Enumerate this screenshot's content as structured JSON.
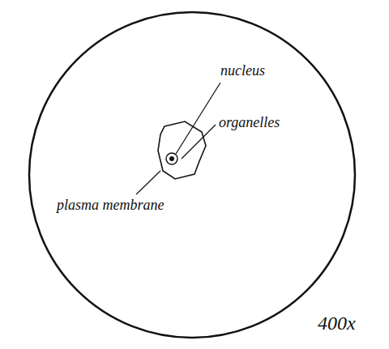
{
  "diagram": {
    "labels": [
      "nucleus",
      "organelles",
      "plasma membrane",
      "400x"
    ]
  }
}
